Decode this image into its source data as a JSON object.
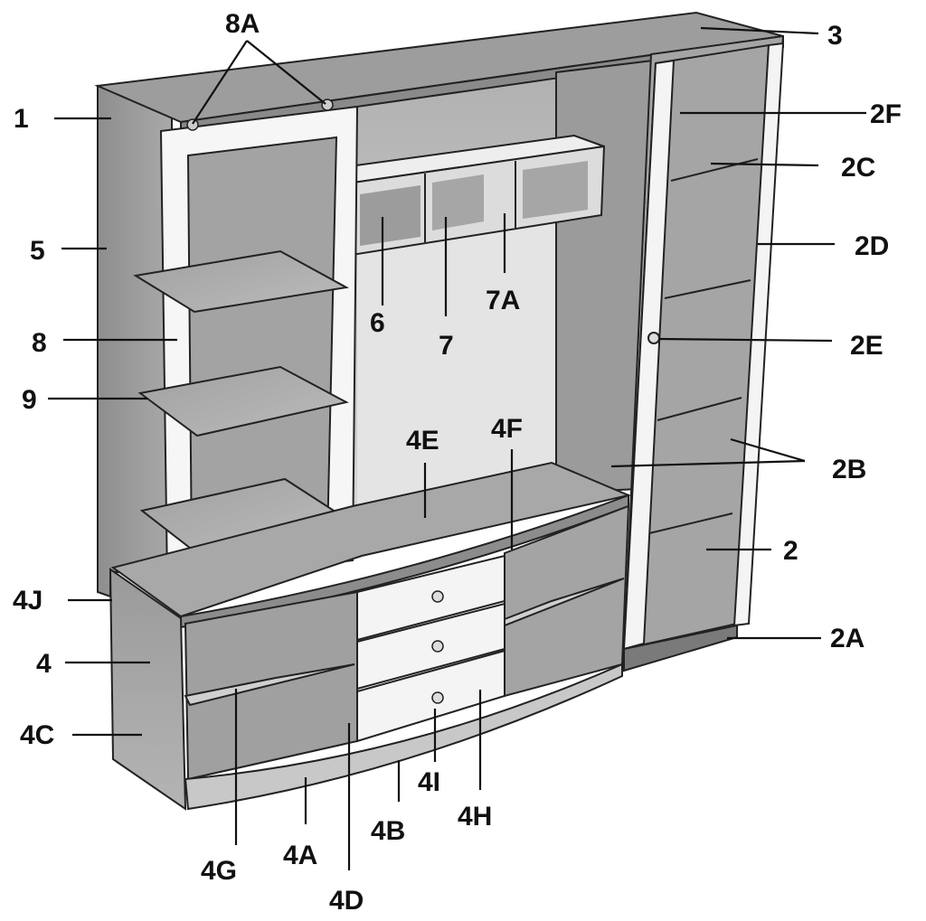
{
  "diagram": {
    "kind": "exploded furniture parts diagram",
    "labels": {
      "l1": "1",
      "l8A": "8A",
      "l3": "3",
      "l2F": "2F",
      "l2C": "2C",
      "l2D": "2D",
      "l5": "5",
      "l8": "8",
      "l9": "9",
      "l6": "6",
      "l7": "7",
      "l7A": "7A",
      "l2E": "2E",
      "l4E": "4E",
      "l4F": "4F",
      "l2B": "2B",
      "l2": "2",
      "l4J": "4J",
      "l2A": "2A",
      "l4": "4",
      "l4C": "4C",
      "l4I": "4I",
      "l4H": "4H",
      "l4B": "4B",
      "l4G": "4G",
      "l4A": "4A",
      "l4D": "4D"
    }
  }
}
